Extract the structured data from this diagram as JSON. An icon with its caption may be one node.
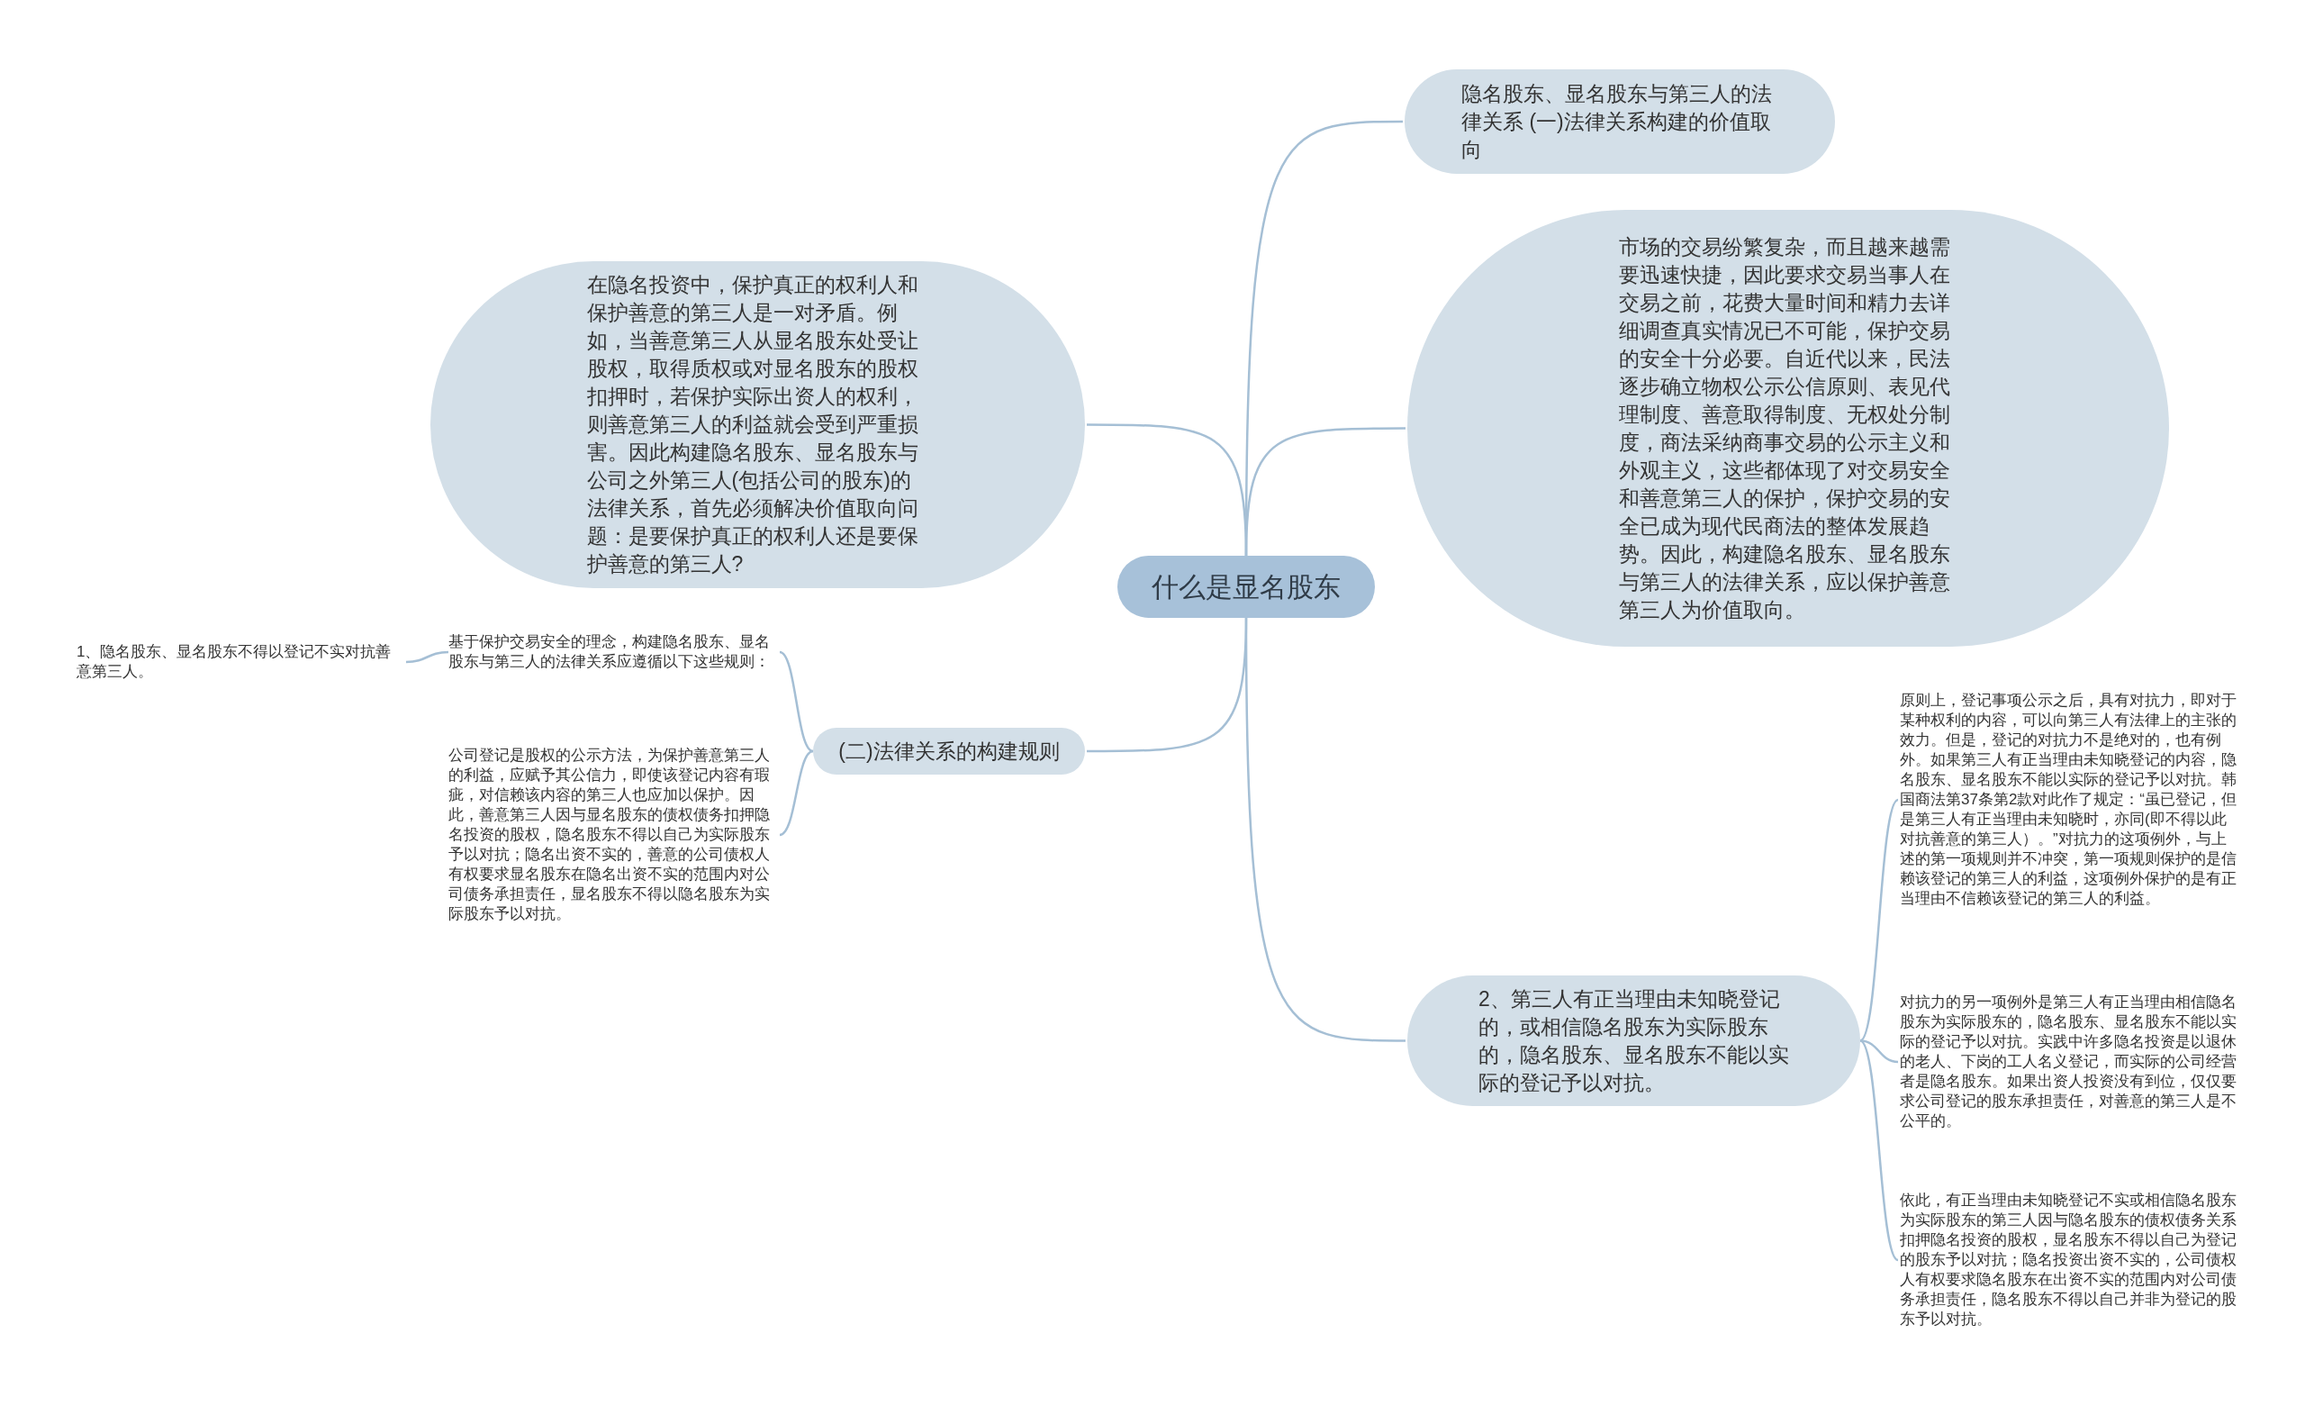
{
  "diagram": {
    "nodes": [
      {
        "text": [
          "什么是显名股东"
        ]
      },
      {
        "text": [
          "隐名股东、显名股东与第三人的法律关系 (一)法律关系构建的价值取向"
        ]
      },
      {
        "text": [
          "市场的交易纷繁复杂，而且越来越需要迅速快捷，因此要求交易当事人在交易之前，花费大量时间和精力去详细调查真实情况已不可能，保护交易的安全十分必要。自近代以来，民法逐步确立物权公示公信原则、表见代理制度、善意取得制度、无权处分制度，商法采纳商事交易的公示主义和外观主义，这些都体现了对交易安全和善意第三人的保护，保护交易的安全已成为现代民商法的整体发展趋势。因此，构建隐名股东、显名股东与第三人的法律关系，应以保护善意第三人为价值取向。"
        ]
      },
      {
        "text": [
          "在隐名投资中，保护真正的权利人和保护善意的第三人是一对矛盾。例如，当善意第三人从显名股东处受让股权，取得质权或对显名股东的股权扣押时，若保护实际出资人的权利，则善意第三人的利益就会受到严重损害。因此构建隐名股东、显名股东与公司之外第三人(包括公司的股东)的法律关系，首先必须解决价值取向问题：是要保护真正的权利人还是要保护善意的第三人?"
        ]
      },
      {
        "text": [
          "(二)法律关系的构建规则"
        ]
      },
      {
        "text": [
          "基于保护交易安全的理念，构建隐名股东、显名股东与第三人的法律关系应遵循以下这些规则："
        ]
      },
      {
        "text": [
          "1、隐名股东、显名股东不得以登记不实对抗善意第三人。"
        ]
      },
      {
        "text": [
          "公司登记是股权的公示方法，为保护善意第三人的利益，应赋予其公信力，即使该登记内容有瑕疵，对信赖该内容的第三人也应加以保护。因此，善意第三人因与显名股东的债权债务扣押隐名投资的股权，隐名股东不得以自己为实际股东予以对抗；隐名出资不实的，善意的公司债权人有权要求显名股东在隐名出资不实的范围内对公司债务承担责任，显名股东不得以隐名股东为实际股东予以对抗。"
        ]
      },
      {
        "text": [
          "2、第三人有正当理由未知晓登记的，或相信隐名股东为实际股东的，隐名股东、显名股东不能以实际的登记予以对抗。"
        ]
      },
      {
        "text": [
          "原则上，登记事项公示之后，具有对抗力，即对于某种权利的内容，可以向第三人有法律上的主张的效力。但是，登记的对抗力不是绝对的，也有例外。如果第三人有正当理由未知晓登记的内容，隐名股东、显名股东不能以实际的登记予以对抗。韩国商法第37条第2款对此作了规定：“虽已登记，但是第三人有正当理由未知晓时，亦同(即不得以此对抗善意的第三人）。”对抗力的这项例外，与上述的第一项规则并不冲突，第一项规则保护的是信赖该登记的第三人的利益，这项例外保护的是有正当理由不信赖该登记的第三人的利益。"
        ]
      },
      {
        "text": [
          "对抗力的另一项例外是第三人有正当理由相信隐名股东为实际股东的，隐名股东、显名股东不能以实际的登记予以对抗。实践中许多隐名投资是以退休的老人、下岗的工人名义登记，而实际的公司经营者是隐名股东。如果出资人投资没有到位，仅仅要求公司登记的股东承担责任，对善意的第三人是不公平的。"
        ]
      },
      {
        "text": [
          "依此，有正当理由未知晓登记不实或相信隐名股东为实际股东的第三人因与隐名股东的债权债务关系扣押隐名投资的股权，显名股东不得以自己为登记的股东予以对抗；隐名投资出资不实的，公司债权人有权要求隐名股东在出资不实的范围内对公司债务承担责任，隐名股东不得以自己并非为登记的股东予以对抗。"
        ]
      }
    ],
    "edges": [
      {
        "from": 0,
        "to": 1,
        "arrow": "none"
      },
      {
        "from": 0,
        "to": 2,
        "arrow": "none"
      },
      {
        "from": 0,
        "to": 3,
        "arrow": "none"
      },
      {
        "from": 0,
        "to": 4,
        "arrow": "none"
      },
      {
        "from": 0,
        "to": 8,
        "arrow": "none"
      },
      {
        "from": 4,
        "to": 5,
        "arrow": "none"
      },
      {
        "from": 4,
        "to": 7,
        "arrow": "none"
      },
      {
        "from": 5,
        "to": 6,
        "arrow": "none"
      },
      {
        "from": 8,
        "to": 9,
        "arrow": "none"
      },
      {
        "from": 8,
        "to": 10,
        "arrow": "none"
      },
      {
        "from": 8,
        "to": 11,
        "arrow": "none"
      }
    ]
  }
}
